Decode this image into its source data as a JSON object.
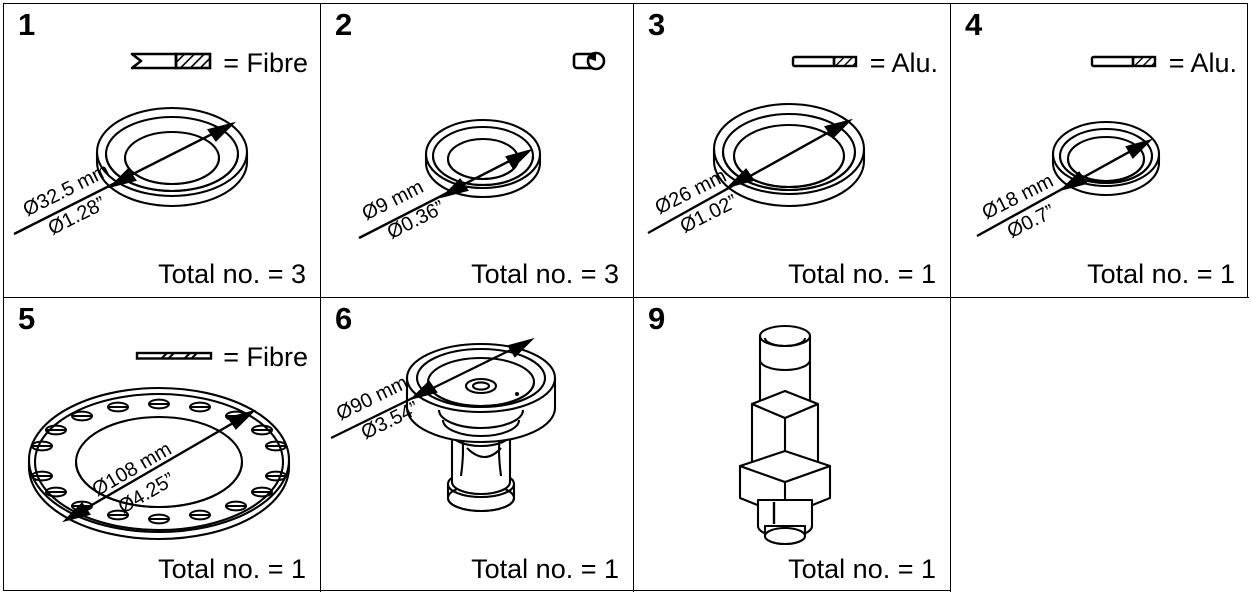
{
  "sheet": {
    "title": "Spare parts overview chart",
    "columns": 4,
    "rows": 2,
    "background_color": "#ffffff",
    "line_color": "#000000"
  },
  "cells": [
    {
      "part_no": "1",
      "material_symbol": "fibre-thick-hatched-bar",
      "material_label": "= Fibre",
      "drawing": "washer-ring-isometric",
      "dim_mm": "Ø32.5 mm",
      "dim_in": "Ø1.28”",
      "total_label": "Total no. = 3",
      "total_value": "3"
    },
    {
      "part_no": "2",
      "material_symbol": "oring-rubber-circle",
      "material_label": "",
      "drawing": "washer-ring-isometric",
      "dim_mm": "Ø9 mm",
      "dim_in": "Ø0.36”",
      "total_label": "Total no. = 3",
      "total_value": "3"
    },
    {
      "part_no": "3",
      "material_symbol": "alu-thin-hatched-bar",
      "material_label": "= Alu.",
      "drawing": "washer-ring-isometric",
      "dim_mm": "Ø26 mm",
      "dim_in": "Ø1.02”",
      "total_label": "Total no. = 1",
      "total_value": "1"
    },
    {
      "part_no": "4",
      "material_symbol": "alu-thin-hatched-bar",
      "material_label": "= Alu.",
      "drawing": "washer-ring-isometric",
      "dim_mm": "Ø18 mm",
      "dim_in": "Ø0.7”",
      "total_label": "Total no. = 1",
      "total_value": "1"
    },
    {
      "part_no": "5",
      "material_symbol": "fibre-thin-slotted-bar",
      "material_label": "= Fibre",
      "drawing": "flange-gasket-bolt-holes",
      "dim_mm": "Ø108 mm",
      "dim_in": "Ø4.25”",
      "total_label": "Total no. = 1",
      "total_value": "1"
    },
    {
      "part_no": "6",
      "material_symbol": "",
      "material_label": "",
      "drawing": "valve-plug-assembly",
      "dim_mm": "Ø90 mm",
      "dim_in": "Ø3.54”",
      "total_label": "Total no. = 1",
      "total_value": "1"
    },
    {
      "part_no": "9",
      "material_symbol": "",
      "material_label": "",
      "drawing": "valve-stem-hex-fitting",
      "dim_mm": "",
      "dim_in": "",
      "total_label": "Total no. = 1",
      "total_value": "1"
    },
    {
      "part_no": "",
      "material_symbol": "",
      "material_label": "",
      "drawing": "",
      "dim_mm": "",
      "dim_in": "",
      "total_label": "",
      "total_value": ""
    }
  ]
}
